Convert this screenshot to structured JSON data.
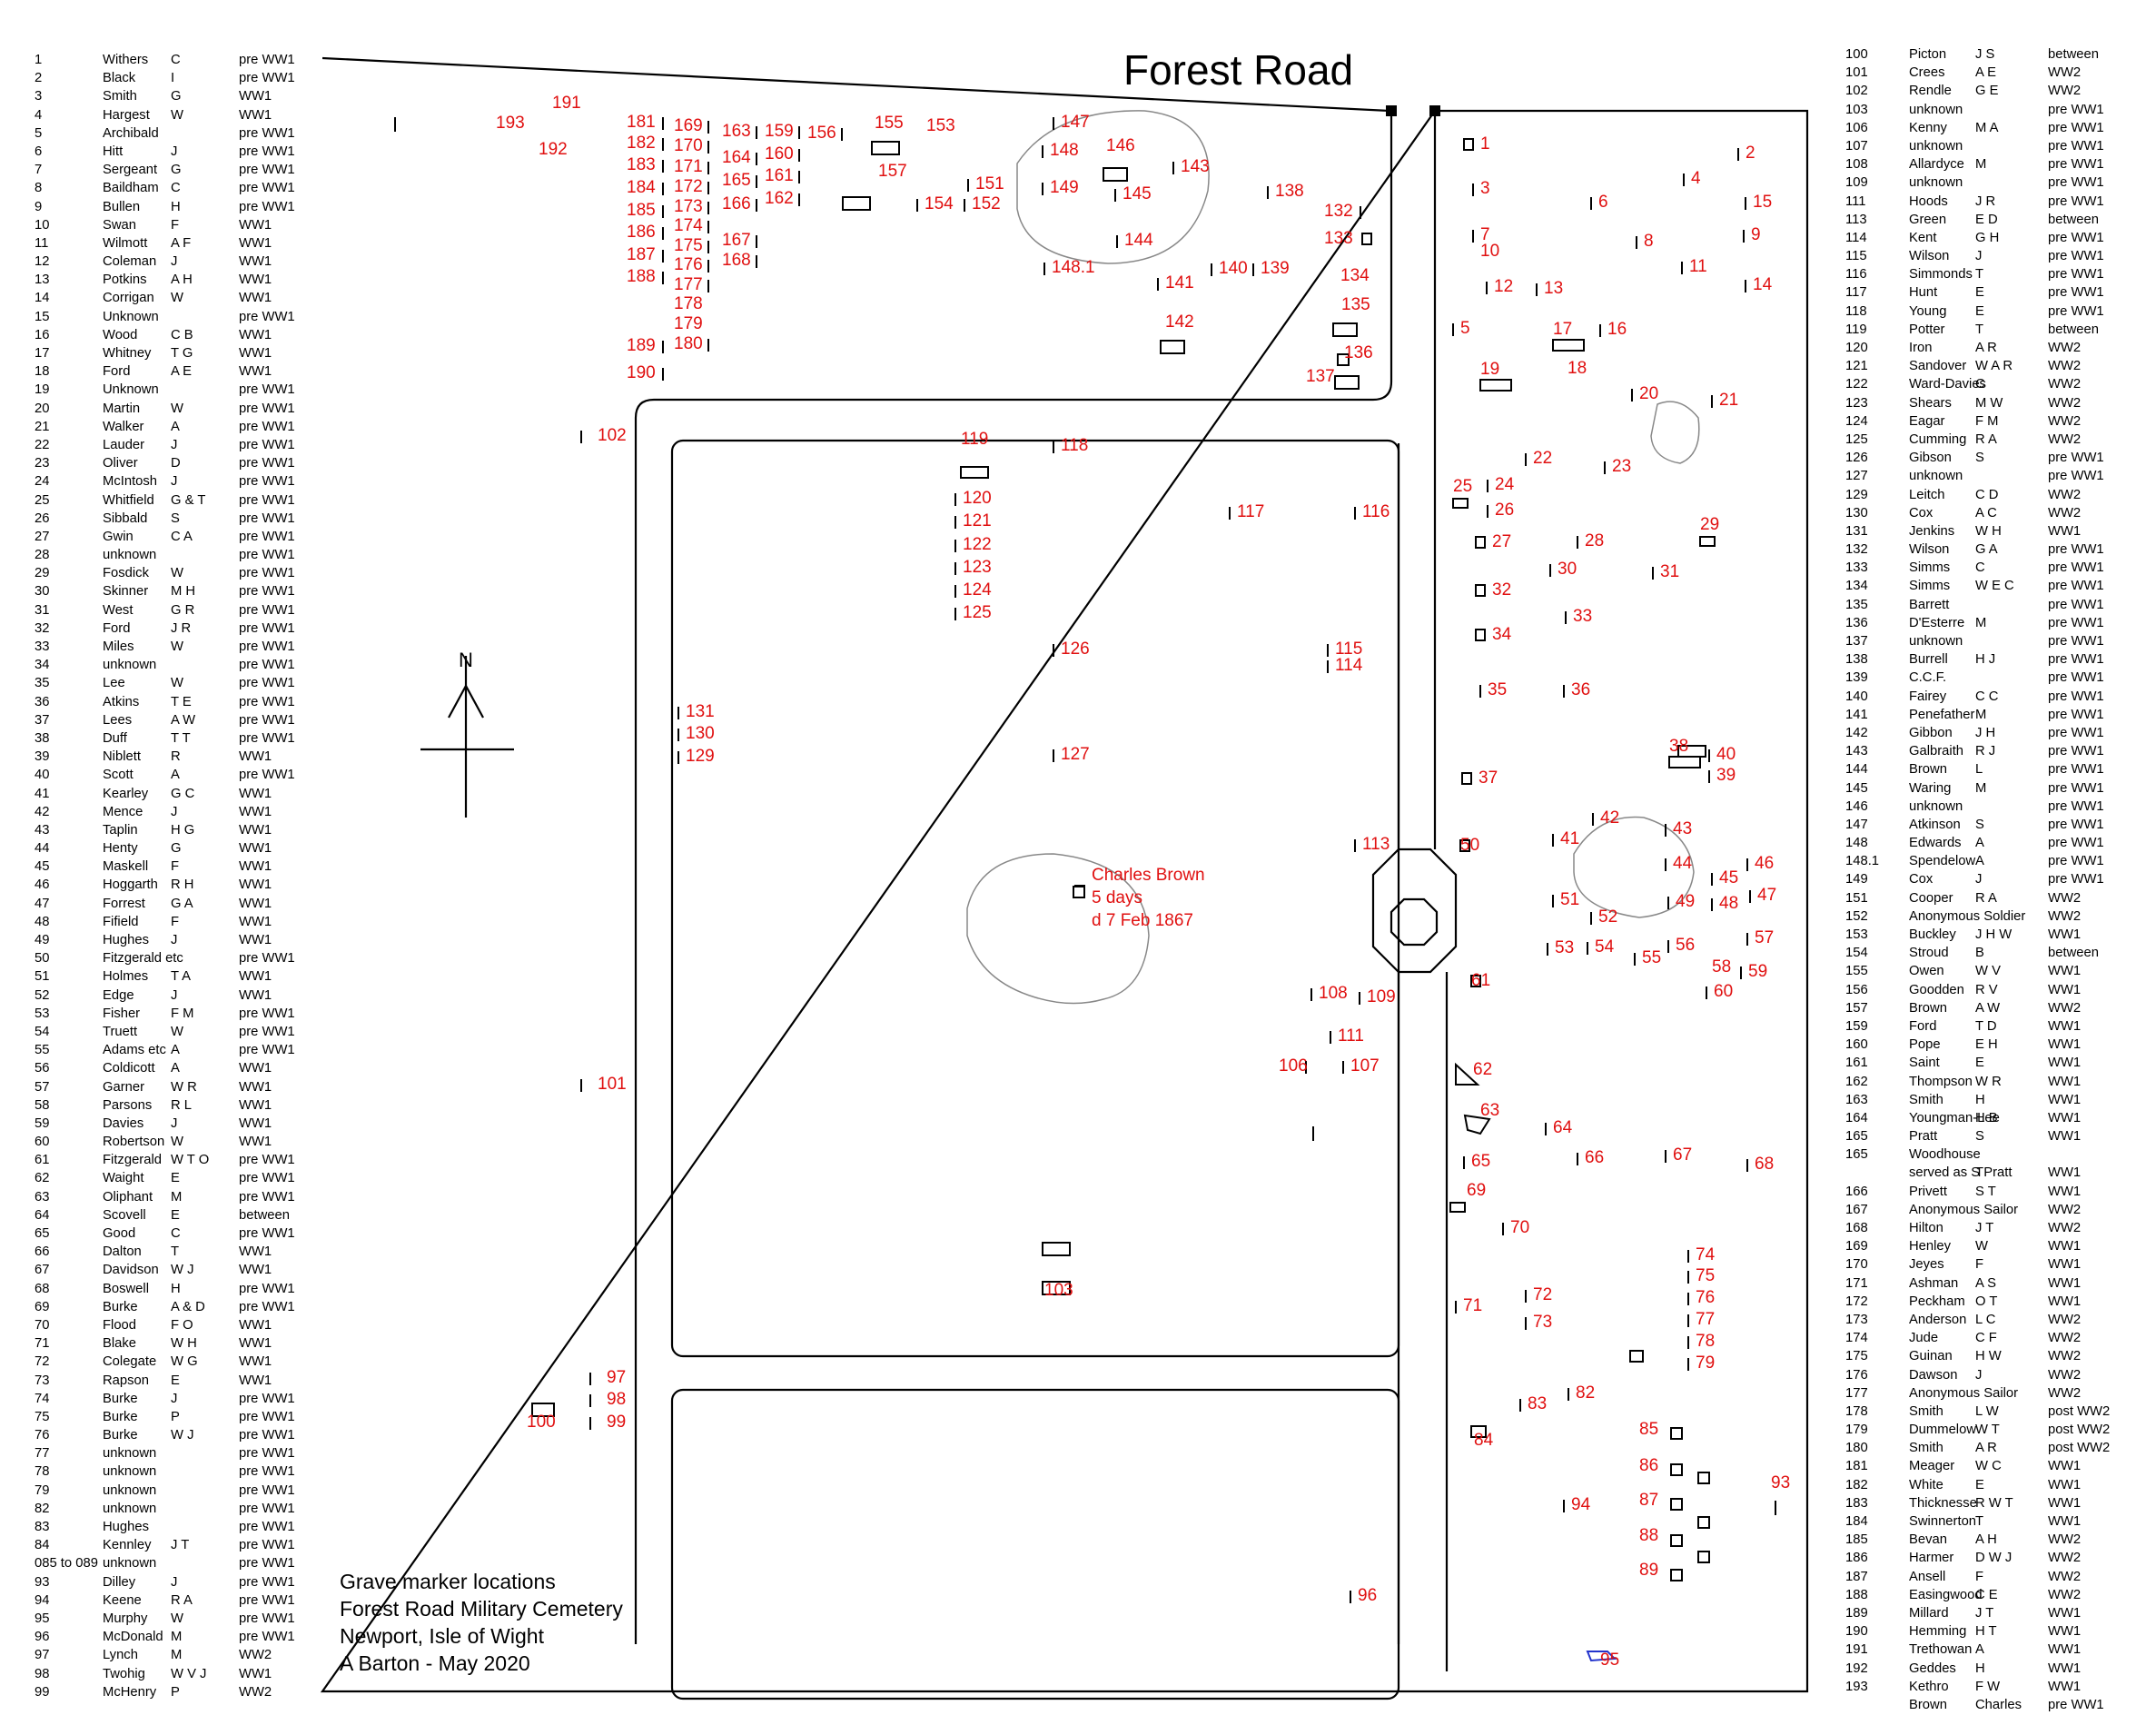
{
  "title": "Forest Road",
  "info": [
    "Grave marker locations",
    "Forest Road Military Cemetery",
    "Newport, Isle of Wight",
    "A Barton - May 2020"
  ],
  "north": "N",
  "charles": [
    "Charles Brown",
    "5 days",
    "d 7 Feb 1867"
  ],
  "left_list": [
    [
      "1",
      "Withers",
      "C",
      "pre WW1"
    ],
    [
      "2",
      "Black",
      "I",
      "pre WW1"
    ],
    [
      "3",
      "Smith",
      "G",
      "WW1"
    ],
    [
      "4",
      "Hargest",
      "W",
      "WW1"
    ],
    [
      "5",
      "Archibald",
      "",
      "pre WW1"
    ],
    [
      "6",
      "Hitt",
      "J",
      "pre WW1"
    ],
    [
      "7",
      "Sergeant",
      "G",
      "pre WW1"
    ],
    [
      "8",
      "Baildham",
      "C",
      "pre WW1"
    ],
    [
      "9",
      "Bullen",
      "H",
      "pre WW1"
    ],
    [
      "10",
      "Swan",
      "F",
      "WW1"
    ],
    [
      "11",
      "Wilmott",
      "A F",
      "WW1"
    ],
    [
      "12",
      "Coleman",
      "J",
      "WW1"
    ],
    [
      "13",
      "Potkins",
      "A H",
      "WW1"
    ],
    [
      "14",
      "Corrigan",
      "W",
      "WW1"
    ],
    [
      "15",
      "Unknown",
      "",
      "pre WW1"
    ],
    [
      "16",
      "Wood",
      "C B",
      "WW1"
    ],
    [
      "17",
      "Whitney",
      "T G",
      "WW1"
    ],
    [
      "18",
      "Ford",
      "A E",
      "WW1"
    ],
    [
      "19",
      "Unknown",
      "",
      "pre WW1"
    ],
    [
      "20",
      "Martin",
      "W",
      "pre WW1"
    ],
    [
      "21",
      "Walker",
      "A",
      "pre WW1"
    ],
    [
      "22",
      "Lauder",
      "J",
      "pre WW1"
    ],
    [
      "23",
      "Oliver",
      "D",
      "pre WW1"
    ],
    [
      "24",
      "McIntosh",
      "J",
      "pre WW1"
    ],
    [
      "25",
      "Whitfield",
      "G & T",
      "pre WW1"
    ],
    [
      "26",
      "Sibbald",
      "S",
      "pre WW1"
    ],
    [
      "27",
      "Gwin",
      "C A",
      "pre WW1"
    ],
    [
      "28",
      "unknown",
      "",
      "pre WW1"
    ],
    [
      "29",
      "Fosdick",
      "W",
      "pre WW1"
    ],
    [
      "30",
      "Skinner",
      "M H",
      "pre WW1"
    ],
    [
      "31",
      "West",
      "G R",
      "pre WW1"
    ],
    [
      "32",
      "Ford",
      "J R",
      "pre WW1"
    ],
    [
      "33",
      "Miles",
      "W",
      "pre WW1"
    ],
    [
      "34",
      "unknown",
      "",
      "pre WW1"
    ],
    [
      "35",
      "Lee",
      "W",
      "pre WW1"
    ],
    [
      "36",
      "Atkins",
      "T E",
      "pre WW1"
    ],
    [
      "37",
      "Lees",
      "A W",
      "pre WW1"
    ],
    [
      "38",
      "Duff",
      "T T",
      "pre WW1"
    ],
    [
      "39",
      "Niblett",
      "R",
      "WW1"
    ],
    [
      "40",
      "Scott",
      "A",
      "pre WW1"
    ],
    [
      "41",
      "Kearley",
      "G C",
      "WW1"
    ],
    [
      "42",
      "Mence",
      "J",
      "WW1"
    ],
    [
      "43",
      "Taplin",
      "H G",
      "WW1"
    ],
    [
      "44",
      "Henty",
      "G",
      "WW1"
    ],
    [
      "45",
      "Maskell",
      "F",
      "WW1"
    ],
    [
      "46",
      "Hoggarth",
      "R H",
      "WW1"
    ],
    [
      "47",
      "Forrest",
      "G A",
      "WW1"
    ],
    [
      "48",
      "Fifield",
      "F",
      "WW1"
    ],
    [
      "49",
      "Hughes",
      "J",
      "WW1"
    ],
    [
      "50",
      "Fitzgerald etc",
      "",
      "pre WW1"
    ],
    [
      "51",
      "Holmes",
      "T A",
      "WW1"
    ],
    [
      "52",
      "Edge",
      "J",
      "WW1"
    ],
    [
      "53",
      "Fisher",
      "F M",
      "pre WW1"
    ],
    [
      "54",
      "Truett",
      "W",
      "pre WW1"
    ],
    [
      "55",
      "Adams etc",
      "A",
      "pre WW1"
    ],
    [
      "56",
      "Coldicott",
      "A",
      "WW1"
    ],
    [
      "57",
      "Garner",
      "W R",
      "WW1"
    ],
    [
      "58",
      "Parsons",
      "R L",
      "WW1"
    ],
    [
      "59",
      "Davies",
      "J",
      "WW1"
    ],
    [
      "60",
      "Robertson",
      "W",
      "WW1"
    ],
    [
      "61",
      "Fitzgerald",
      "W T O",
      "pre WW1"
    ],
    [
      "62",
      "Waight",
      "E",
      "pre WW1"
    ],
    [
      "63",
      "Oliphant",
      "M",
      "pre WW1"
    ],
    [
      "64",
      "Scovell",
      "E",
      "between"
    ],
    [
      "65",
      "Good",
      "C",
      "pre WW1"
    ],
    [
      "66",
      "Dalton",
      "T",
      "WW1"
    ],
    [
      "67",
      "Davidson",
      "W J",
      "WW1"
    ],
    [
      "68",
      "Boswell",
      "H",
      "pre WW1"
    ],
    [
      "69",
      "Burke",
      "A & D",
      "pre WW1"
    ],
    [
      "70",
      "Flood",
      "F O",
      "WW1"
    ],
    [
      "71",
      "Blake",
      "W H",
      "WW1"
    ],
    [
      "72",
      "Colegate",
      "W G",
      "WW1"
    ],
    [
      "73",
      "Rapson",
      "E",
      "WW1"
    ],
    [
      "74",
      "Burke",
      "J",
      "pre WW1"
    ],
    [
      "75",
      "Burke",
      "P",
      "pre WW1"
    ],
    [
      "76",
      "Burke",
      "W J",
      "pre WW1"
    ],
    [
      "77",
      "unknown",
      "",
      "pre WW1"
    ],
    [
      "78",
      "unknown",
      "",
      "pre WW1"
    ],
    [
      "79",
      "unknown",
      "",
      "pre WW1"
    ],
    [
      "82",
      "unknown",
      "",
      "pre WW1"
    ],
    [
      "83",
      "Hughes",
      "",
      "pre WW1"
    ],
    [
      "84",
      "Kennley",
      "J T",
      "pre WW1"
    ],
    [
      "085 to 089",
      "unknown",
      "",
      "pre WW1"
    ],
    [
      "93",
      "Dilley",
      "J",
      "pre WW1"
    ],
    [
      "94",
      "Keene",
      "R A",
      "pre WW1"
    ],
    [
      "95",
      "Murphy",
      "W",
      "pre WW1"
    ],
    [
      "96",
      "McDonald",
      "M",
      "pre WW1"
    ],
    [
      "97",
      "Lynch",
      "M",
      "WW2"
    ],
    [
      "98",
      "Twohig",
      "W V J",
      "WW1"
    ],
    [
      "99",
      "McHenry",
      "P",
      "WW2"
    ]
  ],
  "right_list": [
    [
      "100",
      "Picton",
      "J S",
      "between"
    ],
    [
      "101",
      "Crees",
      "A E",
      "WW2"
    ],
    [
      "102",
      "Rendle",
      "G E",
      "WW2"
    ],
    [
      "103",
      "unknown",
      "",
      "pre WW1"
    ],
    [
      "106",
      "Kenny",
      "M A",
      "pre WW1"
    ],
    [
      "107",
      "unknown",
      "",
      "pre WW1"
    ],
    [
      "108",
      "Allardyce",
      "M",
      "pre WW1"
    ],
    [
      "109",
      "unknown",
      "",
      "pre WW1"
    ],
    [
      "111",
      "Hoods",
      "J R",
      "pre WW1"
    ],
    [
      "113",
      "Green",
      "E D",
      "between"
    ],
    [
      "114",
      "Kent",
      "G H",
      "pre WW1"
    ],
    [
      "115",
      "Wilson",
      "J",
      "pre WW1"
    ],
    [
      "116",
      "Simmonds",
      "T",
      "pre WW1"
    ],
    [
      "117",
      "Hunt",
      "E",
      "pre WW1"
    ],
    [
      "118",
      "Young",
      "E",
      "pre WW1"
    ],
    [
      "119",
      "Potter",
      "T",
      "between"
    ],
    [
      "120",
      "Iron",
      "A R",
      "WW2"
    ],
    [
      "121",
      "Sandover",
      "W A R",
      "WW2"
    ],
    [
      "122",
      "Ward-Davies",
      "C",
      "WW2"
    ],
    [
      "123",
      "Shears",
      "M W",
      "WW2"
    ],
    [
      "124",
      "Eagar",
      "F M",
      "WW2"
    ],
    [
      "125",
      "Cumming",
      "R A",
      "WW2"
    ],
    [
      "126",
      "Gibson",
      "S",
      "pre WW1"
    ],
    [
      "127",
      "unknown",
      "",
      "pre WW1"
    ],
    [
      "129",
      "Leitch",
      "C D",
      "WW2"
    ],
    [
      "130",
      "Cox",
      "A C",
      "WW2"
    ],
    [
      "131",
      "Jenkins",
      "W H",
      "WW1"
    ],
    [
      "132",
      "Wilson",
      "G A",
      "pre WW1"
    ],
    [
      "133",
      "Simms",
      "C",
      "pre WW1"
    ],
    [
      "134",
      "Simms",
      "W E C",
      "pre WW1"
    ],
    [
      "135",
      "Barrett",
      "",
      "pre WW1"
    ],
    [
      "136",
      "D'Esterre",
      "M",
      "pre WW1"
    ],
    [
      "137",
      "unknown",
      "",
      "pre WW1"
    ],
    [
      "138",
      "Burrell",
      "H J",
      "pre WW1"
    ],
    [
      "139",
      "C.C.F.",
      "",
      "pre WW1"
    ],
    [
      "140",
      "Fairey",
      "C C",
      "pre WW1"
    ],
    [
      "141",
      "Penefather",
      "M",
      "pre WW1"
    ],
    [
      "142",
      "Gibbon",
      "J H",
      "pre WW1"
    ],
    [
      "143",
      "Galbraith",
      "R J",
      "pre WW1"
    ],
    [
      "144",
      "Brown",
      "L",
      "pre WW1"
    ],
    [
      "145",
      "Waring",
      "M",
      "pre WW1"
    ],
    [
      "146",
      "unknown",
      "",
      "pre WW1"
    ],
    [
      "147",
      "Atkinson",
      "S",
      "pre WW1"
    ],
    [
      "148",
      "Edwards",
      "A",
      "pre WW1"
    ],
    [
      "148.1",
      "Spendelow",
      "A",
      "pre WW1"
    ],
    [
      "149",
      "Cox",
      "J",
      "pre WW1"
    ],
    [
      "151",
      "Cooper",
      "R A",
      "WW2"
    ],
    [
      "152",
      "Anonymous Soldier",
      "",
      "WW2"
    ],
    [
      "153",
      "Buckley",
      "J H W",
      "WW1"
    ],
    [
      "154",
      "Stroud",
      "B",
      "between"
    ],
    [
      "155",
      "Owen",
      "W V",
      "WW1"
    ],
    [
      "156",
      "Goodden",
      "R V",
      "WW1"
    ],
    [
      "157",
      "Brown",
      "A W",
      "WW2"
    ],
    [
      "159",
      "Ford",
      "T D",
      "WW1"
    ],
    [
      "160",
      "Pope",
      "E H",
      "WW1"
    ],
    [
      "161",
      "Saint",
      "E",
      "WW1"
    ],
    [
      "162",
      "Thompson",
      "W R",
      "WW1"
    ],
    [
      "163",
      "Smith",
      "H",
      "WW1"
    ],
    [
      "164",
      "Youngman-Lee",
      "H B",
      "WW1"
    ],
    [
      "165",
      "Pratt",
      "S",
      "WW1"
    ],
    [
      "165",
      "Woodhouse",
      "",
      ""
    ],
    [
      "",
      "served as S Pratt",
      "T",
      "WW1"
    ],
    [
      "166",
      "Privett",
      "S T",
      "WW1"
    ],
    [
      "167",
      "Anonymous Sailor",
      "",
      "WW2"
    ],
    [
      "168",
      "Hilton",
      "J T",
      "WW2"
    ],
    [
      "169",
      "Henley",
      "W",
      "WW1"
    ],
    [
      "170",
      "Jeyes",
      "F",
      "WW1"
    ],
    [
      "171",
      "Ashman",
      "A S",
      "WW1"
    ],
    [
      "172",
      "Peckham",
      "O T",
      "WW1"
    ],
    [
      "173",
      "Anderson",
      "L C",
      "WW2"
    ],
    [
      "174",
      "Jude",
      "C F",
      "WW2"
    ],
    [
      "175",
      "Guinan",
      "H W",
      "WW2"
    ],
    [
      "176",
      "Dawson",
      "J",
      "WW2"
    ],
    [
      "177",
      "Anonymous Sailor",
      "",
      "WW2"
    ],
    [
      "178",
      "Smith",
      "L W",
      "post WW2"
    ],
    [
      "179",
      "Dummelow",
      "W T",
      "post WW2"
    ],
    [
      "180",
      "Smith",
      "A R",
      "post WW2"
    ],
    [
      "181",
      "Meager",
      "W C",
      "WW1"
    ],
    [
      "182",
      "White",
      "E",
      "WW1"
    ],
    [
      "183",
      "Thicknesse",
      "R W T",
      "WW1"
    ],
    [
      "184",
      "Swinnerton",
      "T",
      "WW1"
    ],
    [
      "185",
      "Bevan",
      "A H",
      "WW2"
    ],
    [
      "186",
      "Harmer",
      "D W J",
      "WW2"
    ],
    [
      "187",
      "Ansell",
      "F",
      "WW2"
    ],
    [
      "188",
      "Easingwood",
      "C E",
      "WW2"
    ],
    [
      "189",
      "Millard",
      "J T",
      "WW1"
    ],
    [
      "190",
      "Hemming",
      "H T",
      "WW1"
    ],
    [
      "191",
      "Trethowan",
      "A",
      "WW1"
    ],
    [
      "192",
      "Geddes",
      "H",
      "WW1"
    ],
    [
      "193",
      "Kethro",
      "F W",
      "WW1"
    ],
    [
      "",
      "Brown",
      "Charles",
      "pre WW1"
    ]
  ],
  "markers": [
    {
      "t": "1"
    },
    {
      "t": "2"
    },
    {
      "t": "3"
    },
    {
      "t": "4"
    },
    {
      "t": "6"
    },
    {
      "t": "15"
    },
    {
      "t": "7"
    },
    {
      "t": "9"
    },
    {
      "t": "10"
    },
    {
      "t": "8"
    },
    {
      "t": "11"
    },
    {
      "t": "12"
    },
    {
      "t": "13"
    },
    {
      "t": "14"
    },
    {
      "t": "5"
    },
    {
      "t": "17"
    },
    {
      "t": "16"
    },
    {
      "t": "18"
    },
    {
      "t": "19"
    },
    {
      "t": "20"
    },
    {
      "t": "21"
    },
    {
      "t": "22"
    },
    {
      "t": "23"
    },
    {
      "t": "25"
    },
    {
      "t": "24"
    },
    {
      "t": "26"
    },
    {
      "t": "27"
    },
    {
      "t": "28"
    },
    {
      "t": "29"
    },
    {
      "t": "30"
    },
    {
      "t": "31"
    },
    {
      "t": "32"
    },
    {
      "t": "33"
    },
    {
      "t": "34"
    },
    {
      "t": "35"
    },
    {
      "t": "36"
    },
    {
      "t": "38"
    },
    {
      "t": "40"
    },
    {
      "t": "37"
    },
    {
      "t": "39"
    },
    {
      "t": "42"
    },
    {
      "t": "43"
    },
    {
      "t": "41"
    },
    {
      "t": "50"
    },
    {
      "t": "44"
    },
    {
      "t": "46"
    },
    {
      "t": "45"
    },
    {
      "t": "47"
    },
    {
      "t": "51"
    },
    {
      "t": "49"
    },
    {
      "t": "48"
    },
    {
      "t": "52"
    },
    {
      "t": "57"
    },
    {
      "t": "53"
    },
    {
      "t": "54"
    },
    {
      "t": "56"
    },
    {
      "t": "55"
    },
    {
      "t": "58"
    },
    {
      "t": "59"
    },
    {
      "t": "61"
    },
    {
      "t": "60"
    },
    {
      "t": "62"
    },
    {
      "t": "63"
    },
    {
      "t": "64"
    },
    {
      "t": "65"
    },
    {
      "t": "66"
    },
    {
      "t": "67"
    },
    {
      "t": "68"
    },
    {
      "t": "69"
    },
    {
      "t": "70"
    },
    {
      "t": "74"
    },
    {
      "t": "75"
    },
    {
      "t": "72"
    },
    {
      "t": "76"
    },
    {
      "t": "71"
    },
    {
      "t": "77"
    },
    {
      "t": "73"
    },
    {
      "t": "78"
    },
    {
      "t": "79"
    },
    {
      "t": "82"
    },
    {
      "t": "83"
    },
    {
      "t": "85"
    },
    {
      "t": "84"
    },
    {
      "t": "86"
    },
    {
      "t": "93"
    },
    {
      "t": "87"
    },
    {
      "t": "94"
    },
    {
      "t": "88"
    },
    {
      "t": "89"
    },
    {
      "t": "96"
    },
    {
      "t": "95"
    },
    {
      "t": "191"
    },
    {
      "t": "193"
    },
    {
      "t": "192"
    },
    {
      "t": "181"
    },
    {
      "t": "182"
    },
    {
      "t": "183"
    },
    {
      "t": "184"
    },
    {
      "t": "185"
    },
    {
      "t": "186"
    },
    {
      "t": "187"
    },
    {
      "t": "188"
    },
    {
      "t": "189"
    },
    {
      "t": "190"
    },
    {
      "t": "169"
    },
    {
      "t": "170"
    },
    {
      "t": "171"
    },
    {
      "t": "172"
    },
    {
      "t": "173"
    },
    {
      "t": "174"
    },
    {
      "t": "175"
    },
    {
      "t": "176"
    },
    {
      "t": "177"
    },
    {
      "t": "178"
    },
    {
      "t": "179"
    },
    {
      "t": "180"
    },
    {
      "t": "163"
    },
    {
      "t": "164"
    },
    {
      "t": "165"
    },
    {
      "t": "166"
    },
    {
      "t": "167"
    },
    {
      "t": "168"
    },
    {
      "t": "159"
    },
    {
      "t": "160"
    },
    {
      "t": "161"
    },
    {
      "t": "162"
    },
    {
      "t": "156"
    },
    {
      "t": "155"
    },
    {
      "t": "153"
    },
    {
      "t": "157"
    },
    {
      "t": "151"
    },
    {
      "t": "154"
    },
    {
      "t": "152"
    },
    {
      "t": "147"
    },
    {
      "t": "146"
    },
    {
      "t": "148"
    },
    {
      "t": "143"
    },
    {
      "t": "149"
    },
    {
      "t": "145"
    },
    {
      "t": "138"
    },
    {
      "t": "132"
    },
    {
      "t": "133"
    },
    {
      "t": "144"
    },
    {
      "t": "148.1"
    },
    {
      "t": "140"
    },
    {
      "t": "139"
    },
    {
      "t": "141"
    },
    {
      "t": "134"
    },
    {
      "t": "135"
    },
    {
      "t": "142"
    },
    {
      "t": "136"
    },
    {
      "t": "137"
    },
    {
      "t": "102"
    },
    {
      "t": "119"
    },
    {
      "t": "118"
    },
    {
      "t": "120"
    },
    {
      "t": "121"
    },
    {
      "t": "117"
    },
    {
      "t": "116"
    },
    {
      "t": "122"
    },
    {
      "t": "123"
    },
    {
      "t": "124"
    },
    {
      "t": "125"
    },
    {
      "t": "126"
    },
    {
      "t": "115"
    },
    {
      "t": "114"
    },
    {
      "t": "131"
    },
    {
      "t": "130"
    },
    {
      "t": "129"
    },
    {
      "t": "127"
    },
    {
      "t": "113"
    },
    {
      "t": "108"
    },
    {
      "t": "109"
    },
    {
      "t": "111"
    },
    {
      "t": "106"
    },
    {
      "t": "107"
    },
    {
      "t": "101"
    },
    {
      "t": "103"
    },
    {
      "t": "97"
    },
    {
      "t": "98"
    },
    {
      "t": "100"
    },
    {
      "t": "99"
    }
  ]
}
